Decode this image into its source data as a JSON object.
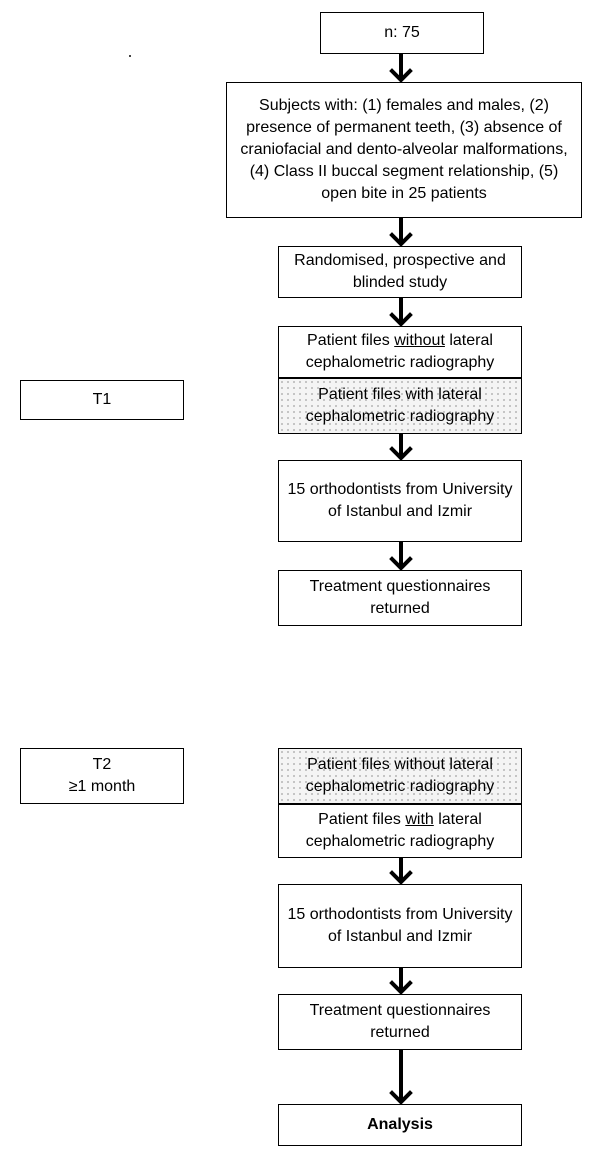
{
  "n_box": "n: 75",
  "subjects_box": "Subjects with: (1) females and males, (2) presence of permanent teeth, (3) absence of craniofacial and dento-alveolar malformations, (4) Class II buccal segment relationship, (5) open bite in 25 patients",
  "randomised_box": "Randomised, prospective and blinded study",
  "t1": {
    "label": "T1",
    "files_without": {
      "pre": "Patient files ",
      "em": "without",
      "post": " lateral cephalometric radiography"
    },
    "files_with": "Patient files with lateral cephalometric radiography",
    "orthodontists": "15 orthodontists from University of Istanbul and Izmir",
    "questionnaires": "Treatment questionnaires returned"
  },
  "t2": {
    "label": "T2",
    "sublabel": "≥1 month",
    "files_without": "Patient files without lateral cephalometric radiography",
    "files_with": {
      "pre": "Patient files ",
      "em": "with",
      "post": " lateral cephalometric radiography"
    },
    "orthodontists": "15 orthodontists from University of Istanbul and Izmir",
    "questionnaires": "Treatment questionnaires returned"
  },
  "analysis_box": "Analysis",
  "colors": {
    "line": "#000000",
    "dotted_fill": "#f4f4f4"
  }
}
